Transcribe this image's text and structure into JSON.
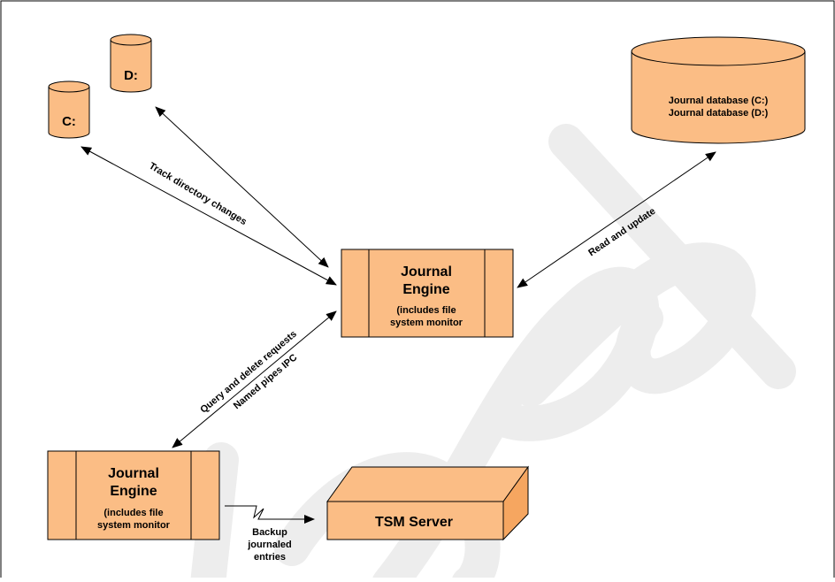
{
  "colors": {
    "orange": "#fbbd85",
    "orange_dark": "#f6a660",
    "stroke": "#000000",
    "watermark": "#ededed"
  },
  "disks": {
    "c_label": "C:",
    "d_label": "D:"
  },
  "database": {
    "line1": "Journal database (C:)",
    "line2": "Journal database (D:)"
  },
  "engine_main": {
    "title1": "Journal",
    "title2": "Engine",
    "sub1": "(includes file",
    "sub2": "system monitor"
  },
  "engine_client": {
    "title1": "Journal",
    "title2": "Engine",
    "sub1": "(includes file",
    "sub2": "system monitor"
  },
  "server": {
    "label": "TSM Server"
  },
  "connections": {
    "track": "Track directory changes",
    "read_update": "Read and update",
    "query_delete": "Query and delete requests",
    "named_pipes": "Named pipes IPC",
    "backup1": "Backup",
    "backup2": "journaled",
    "backup3": "entries"
  }
}
